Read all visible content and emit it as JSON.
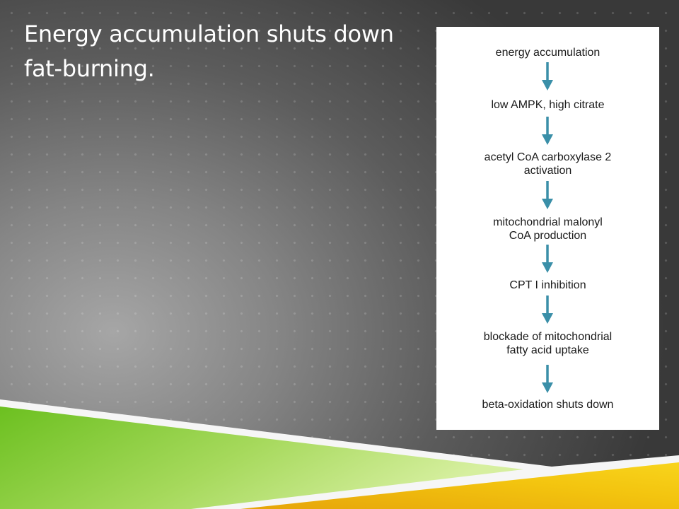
{
  "slide": {
    "title": "Energy accumulation shuts down fat-burning."
  },
  "diagram": {
    "accent_color": "#3a8fa8",
    "steps": [
      {
        "line1": "energy accumulation",
        "line2": ""
      },
      {
        "line1": "low AMPK, high citrate",
        "line2": ""
      },
      {
        "line1": "acetyl CoA carboxylase 2",
        "line2": "activation"
      },
      {
        "line1": "mitochondrial malonyl",
        "line2": "CoA production"
      },
      {
        "line1": "CPT I inhibition",
        "line2": ""
      },
      {
        "line1": "blockade of mitochondrial",
        "line2": "fatty acid uptake"
      },
      {
        "line1": "beta-oxidation shuts down",
        "line2": ""
      }
    ]
  }
}
